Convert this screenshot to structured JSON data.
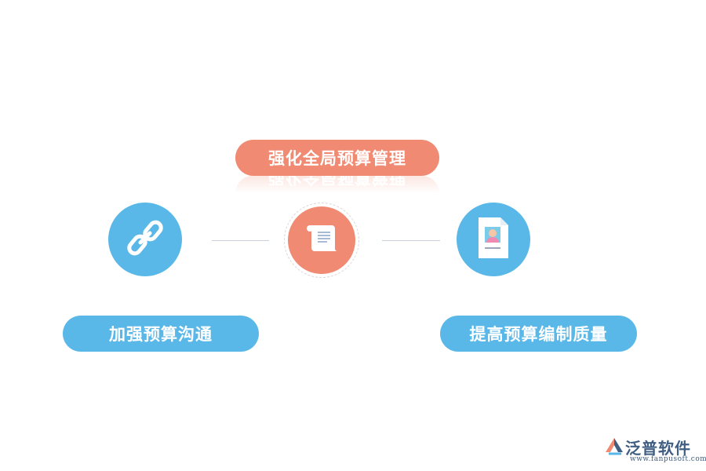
{
  "diagram": {
    "top_title": "强化全局预算管理",
    "left_label": "加强预算沟通",
    "right_label": "提高预算编制质量"
  },
  "icons": {
    "left": "link-icon",
    "center": "scroll-document-icon",
    "right": "profile-document-icon"
  },
  "colors": {
    "orange": "#f08a72",
    "blue": "#5ab8e8",
    "white": "#ffffff"
  },
  "logo": {
    "name": "泛普软件",
    "url": "www.fanpusoft.com"
  }
}
